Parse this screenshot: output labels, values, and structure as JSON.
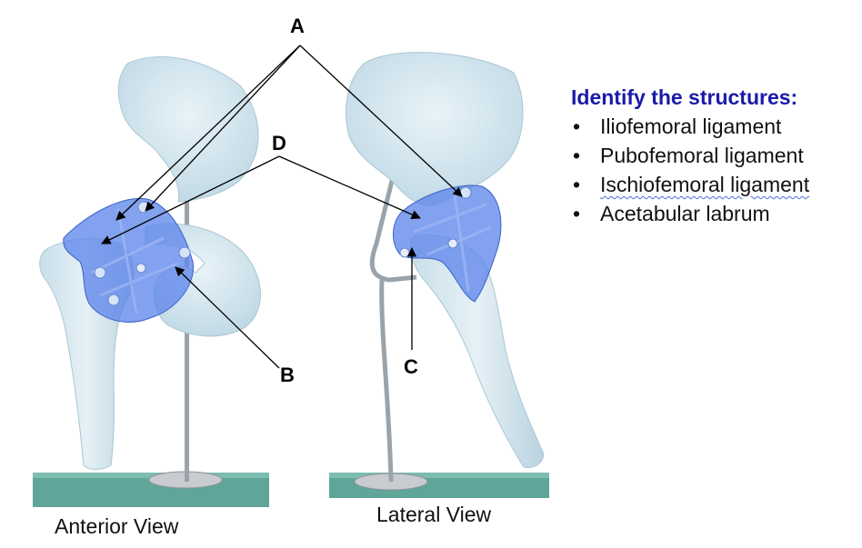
{
  "labels": {
    "a": "A",
    "b": "B",
    "c": "C",
    "d": "D"
  },
  "captions": {
    "anterior": "Anterior View",
    "lateral": "Lateral View"
  },
  "panel": {
    "title": "Identify the structures:",
    "items": [
      "Iliofemoral ligament",
      "Pubofemoral ligament",
      "Ischiofemoral ligament",
      "Acetabular labrum"
    ]
  },
  "colors": {
    "bone": "#d9ebf2",
    "ligament": "#5f86ea",
    "base": "#5fa59a",
    "title": "#1a1aa8"
  }
}
